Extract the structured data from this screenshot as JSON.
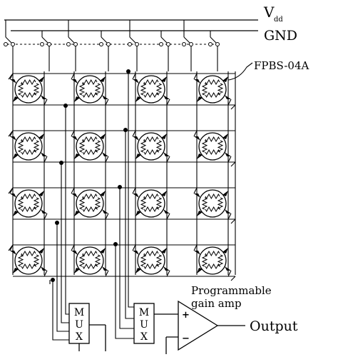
{
  "labels": {
    "vdd_main": "V",
    "vdd_sub": "dd",
    "gnd": "GND",
    "sensor": "FPBS-04A",
    "mux_letters": [
      "M",
      "U",
      "X"
    ],
    "amp_title_line1": "Programmable",
    "amp_title_line2": "gain amp",
    "amp_plus": "+",
    "amp_minus": "−",
    "output": "Output"
  },
  "grid": {
    "rows": 4,
    "cols": 4
  }
}
